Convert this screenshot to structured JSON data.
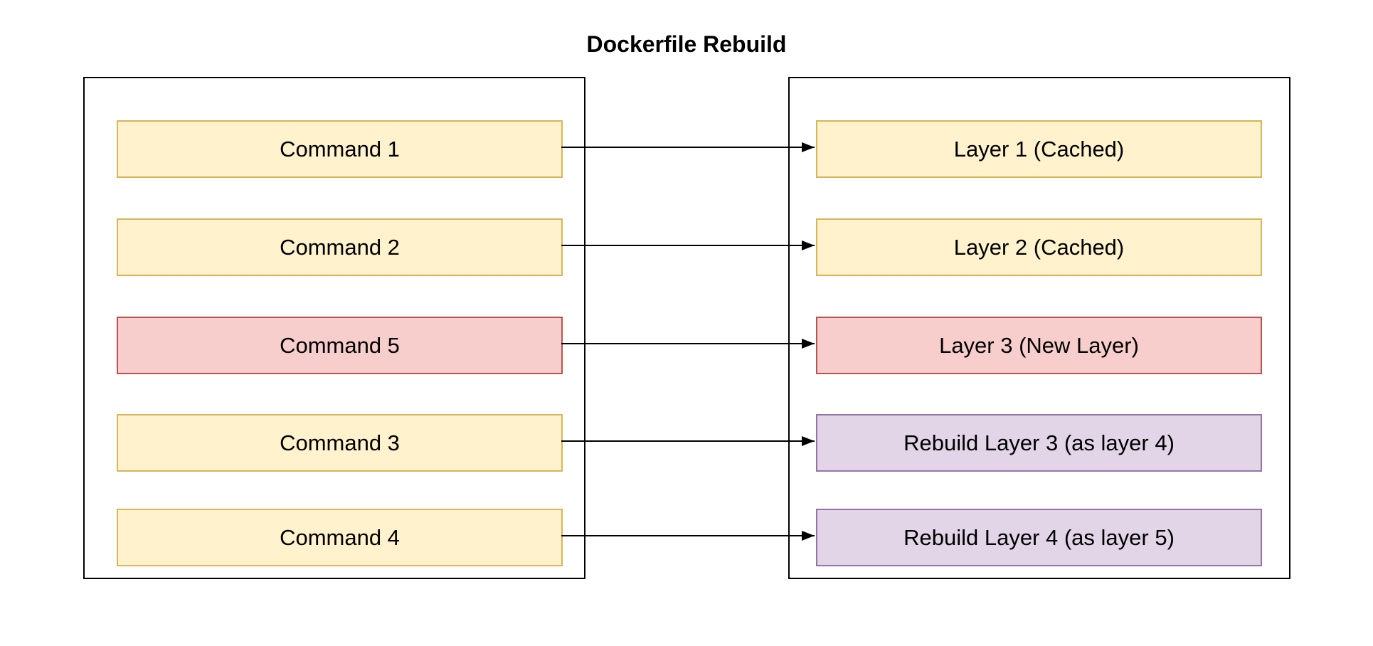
{
  "diagram": {
    "title": "Dockerfile Rebuild"
  },
  "palette": {
    "yellow_fill": "#FFF2CC",
    "yellow_stroke": "#D6B656",
    "red_fill": "#F8CECC",
    "red_stroke": "#B85450",
    "purple_fill": "#E1D5E7",
    "purple_stroke": "#9673A6",
    "arrow_color": "#000000",
    "container_stroke": "#000000",
    "text_color": "#000000",
    "background": "#FFFFFF"
  },
  "left_panel": {
    "items": [
      {
        "label": "Command 1",
        "variant": "yellow"
      },
      {
        "label": "Command 2",
        "variant": "yellow"
      },
      {
        "label": "Command 5",
        "variant": "red"
      },
      {
        "label": "Command 3",
        "variant": "yellow"
      },
      {
        "label": "Command 4",
        "variant": "yellow"
      }
    ]
  },
  "right_panel": {
    "items": [
      {
        "label": "Layer 1 (Cached)",
        "variant": "yellow"
      },
      {
        "label": "Layer 2 (Cached)",
        "variant": "yellow"
      },
      {
        "label": "Layer 3 (New Layer)",
        "variant": "red"
      },
      {
        "label": "Rebuild Layer 3 (as layer 4)",
        "variant": "purple"
      },
      {
        "label": "Rebuild Layer 4 (as layer 5)",
        "variant": "purple"
      }
    ]
  },
  "arrows": [
    {
      "from": "Command 1",
      "to": "Layer 1 (Cached)"
    },
    {
      "from": "Command 2",
      "to": "Layer 2 (Cached)"
    },
    {
      "from": "Command 5",
      "to": "Layer 3 (New Layer)"
    },
    {
      "from": "Command 3",
      "to": "Rebuild Layer 3 (as layer 4)"
    },
    {
      "from": "Command 4",
      "to": "Rebuild Layer 4 (as layer 5)"
    }
  ]
}
